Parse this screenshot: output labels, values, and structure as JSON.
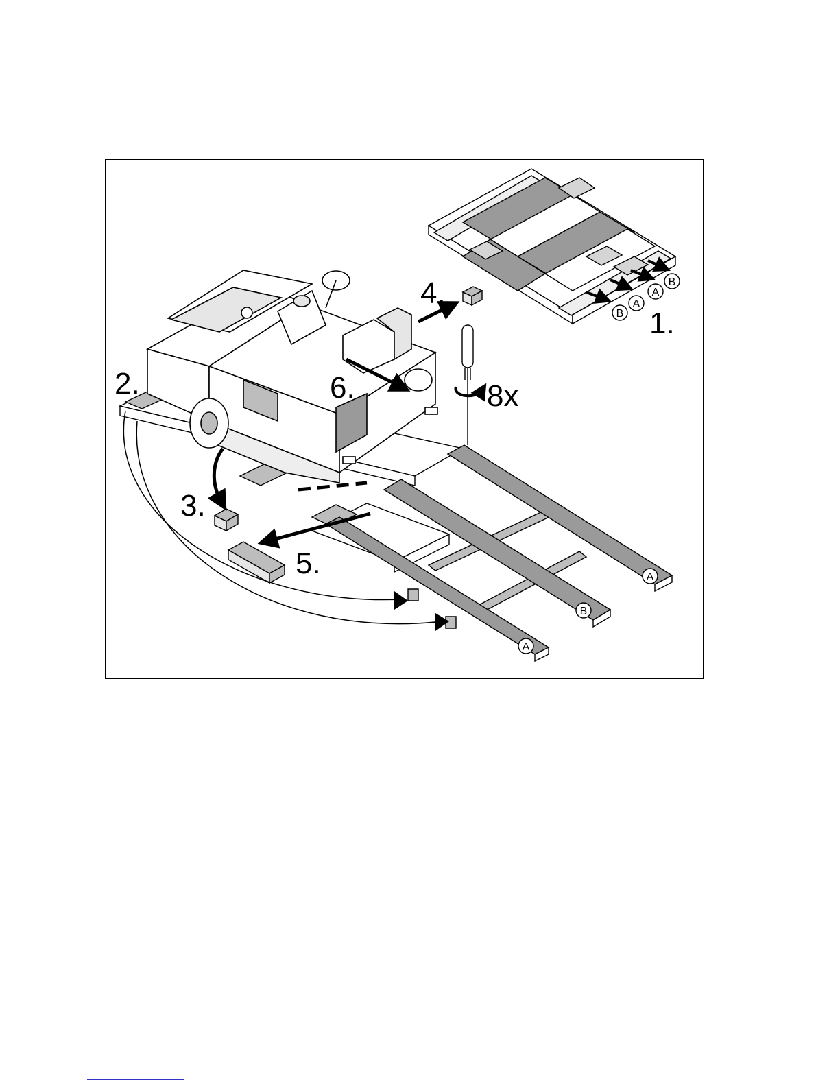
{
  "figure": {
    "step_labels": {
      "step1": "1.",
      "step2": "2.",
      "step3": "3.",
      "step4": "4.",
      "step5": "5.",
      "step6": "6.",
      "screw_count": "8x"
    },
    "board_labels": {
      "board_left": "A",
      "board_middle": "B",
      "board_right": "A",
      "crate_b1": "B",
      "crate_a1": "A",
      "crate_a2": "A",
      "crate_b2": "B"
    },
    "colors": {
      "line": "#000000",
      "board_fill": "#9a9a9a",
      "block_fill": "#bdbdbd",
      "panel_fill": "#ffffff"
    }
  }
}
